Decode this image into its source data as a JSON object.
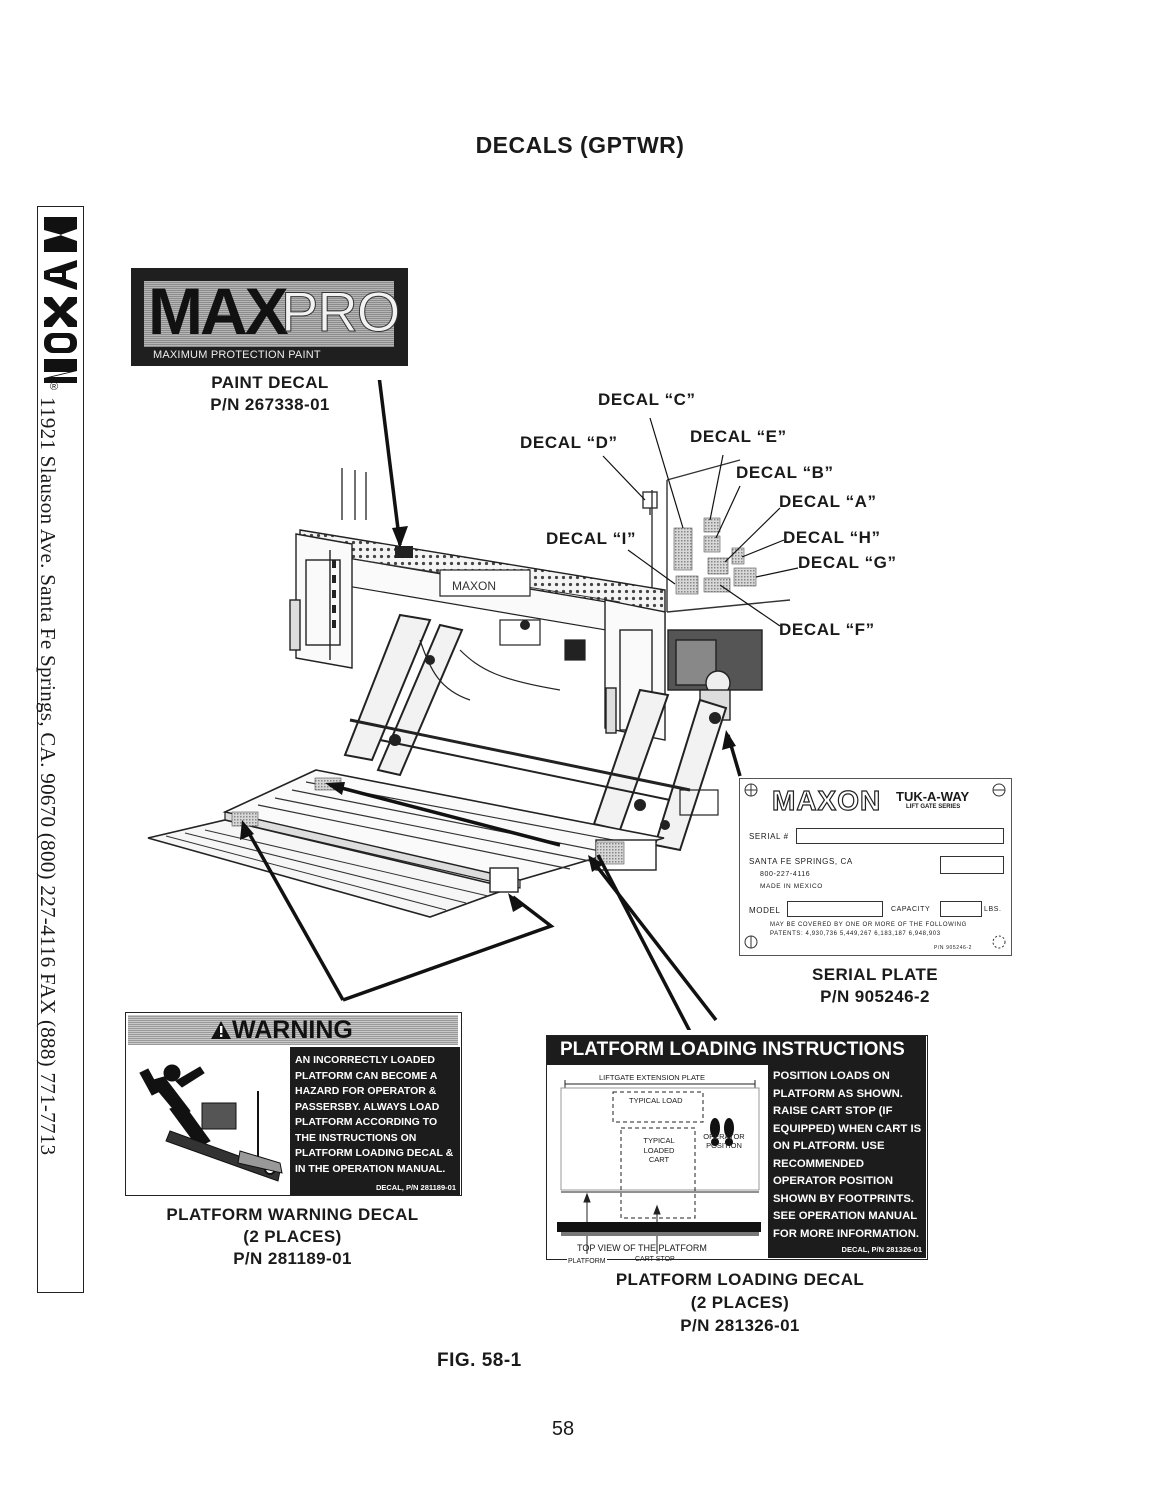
{
  "page": {
    "title": "DECALS (GPTWR)",
    "figure": "FIG. 58-1",
    "page_number": "58"
  },
  "sidebar": {
    "brand": "MAXON",
    "registered": "®",
    "address": "11921 Slauson Ave.   Santa Fe Springs, CA.   90670   (800) 227-4116   FAX (888) 771-7713"
  },
  "paint_decal": {
    "logo_max": "MAX",
    "logo_pro": "PRO",
    "logo_sub": "MAXIMUM PROTECTION PAINT",
    "caption": [
      "PAINT DECAL",
      "P/N 267338-01"
    ]
  },
  "decal_labels": {
    "c": "DECAL “C”",
    "d": "DECAL “D”",
    "e": "DECAL “E”",
    "b": "DECAL “B”",
    "a": "DECAL “A”",
    "i": "DECAL “I”",
    "h": "DECAL “H”",
    "g": "DECAL “G”",
    "f": "DECAL “F”"
  },
  "serial_plate": {
    "brand": "MAXON",
    "product": "TUK-A-WAY",
    "series": "LIFT GATE SERIES",
    "serial_label": "SERIAL #",
    "city": "SANTA FE SPRINGS, CA",
    "phone": "800-227-4116",
    "made_in": "MADE IN MEXICO",
    "model_label": "MODEL",
    "capacity_label": "CAPACITY",
    "lbs": "LBS.",
    "patents_1": "MAY BE COVERED BY ONE OR MORE OF THE FOLLOWING",
    "patents_2": "PATENTS: 4,930,736 5,449,267 6,183,187 6,948,903",
    "pn": "P/N 905246-2",
    "caption": [
      "SERIAL PLATE",
      "P/N 905246-2"
    ]
  },
  "warning_decal": {
    "title": "WARNING",
    "body": "AN INCORRECTLY LOADED PLATFORM CAN BECOME A HAZARD FOR OPERATOR & PASSERSBY.  ALWAYS LOAD PLATFORM ACCORDING TO THE INSTRUCTIONS  ON PLATFORM LOADING DECAL & IN THE OPERATION MANUAL.",
    "decal_no": "DECAL, P/N 281189-01",
    "caption": [
      "PLATFORM WARNING DECAL",
      "(2 PLACES)",
      "P/N 281189-01"
    ]
  },
  "loading_decal": {
    "title": "PLATFORM LOADING INSTRUCTIONS",
    "body": "POSITION LOADS ON PLATFORM AS SHOWN. RAISE CART STOP (IF EQUIPPED) WHEN  CART IS ON PLATFORM. USE RECOMMENDED OPERATOR POSITION SHOWN BY FOOTPRINTS. SEE OPERATION MANUAL FOR MORE INFORMATION.",
    "decal_no": "DECAL, P/N 281326-01",
    "diagram": {
      "extension_plate": "LIFTGATE EXTENSION PLATE",
      "typical_load": "TYPICAL LOAD",
      "typical_loaded_cart": [
        "TYPICAL",
        "LOADED",
        "CART"
      ],
      "operator_position": [
        "OPERATOR",
        "POSITION"
      ],
      "platform": "PLATFORM",
      "cart_stop": "CART STOP",
      "top_view": "TOP VIEW OF THE PLATFORM"
    },
    "caption": [
      "PLATFORM LOADING DECAL",
      "(2 PLACES)",
      "P/N 281326-01"
    ]
  }
}
